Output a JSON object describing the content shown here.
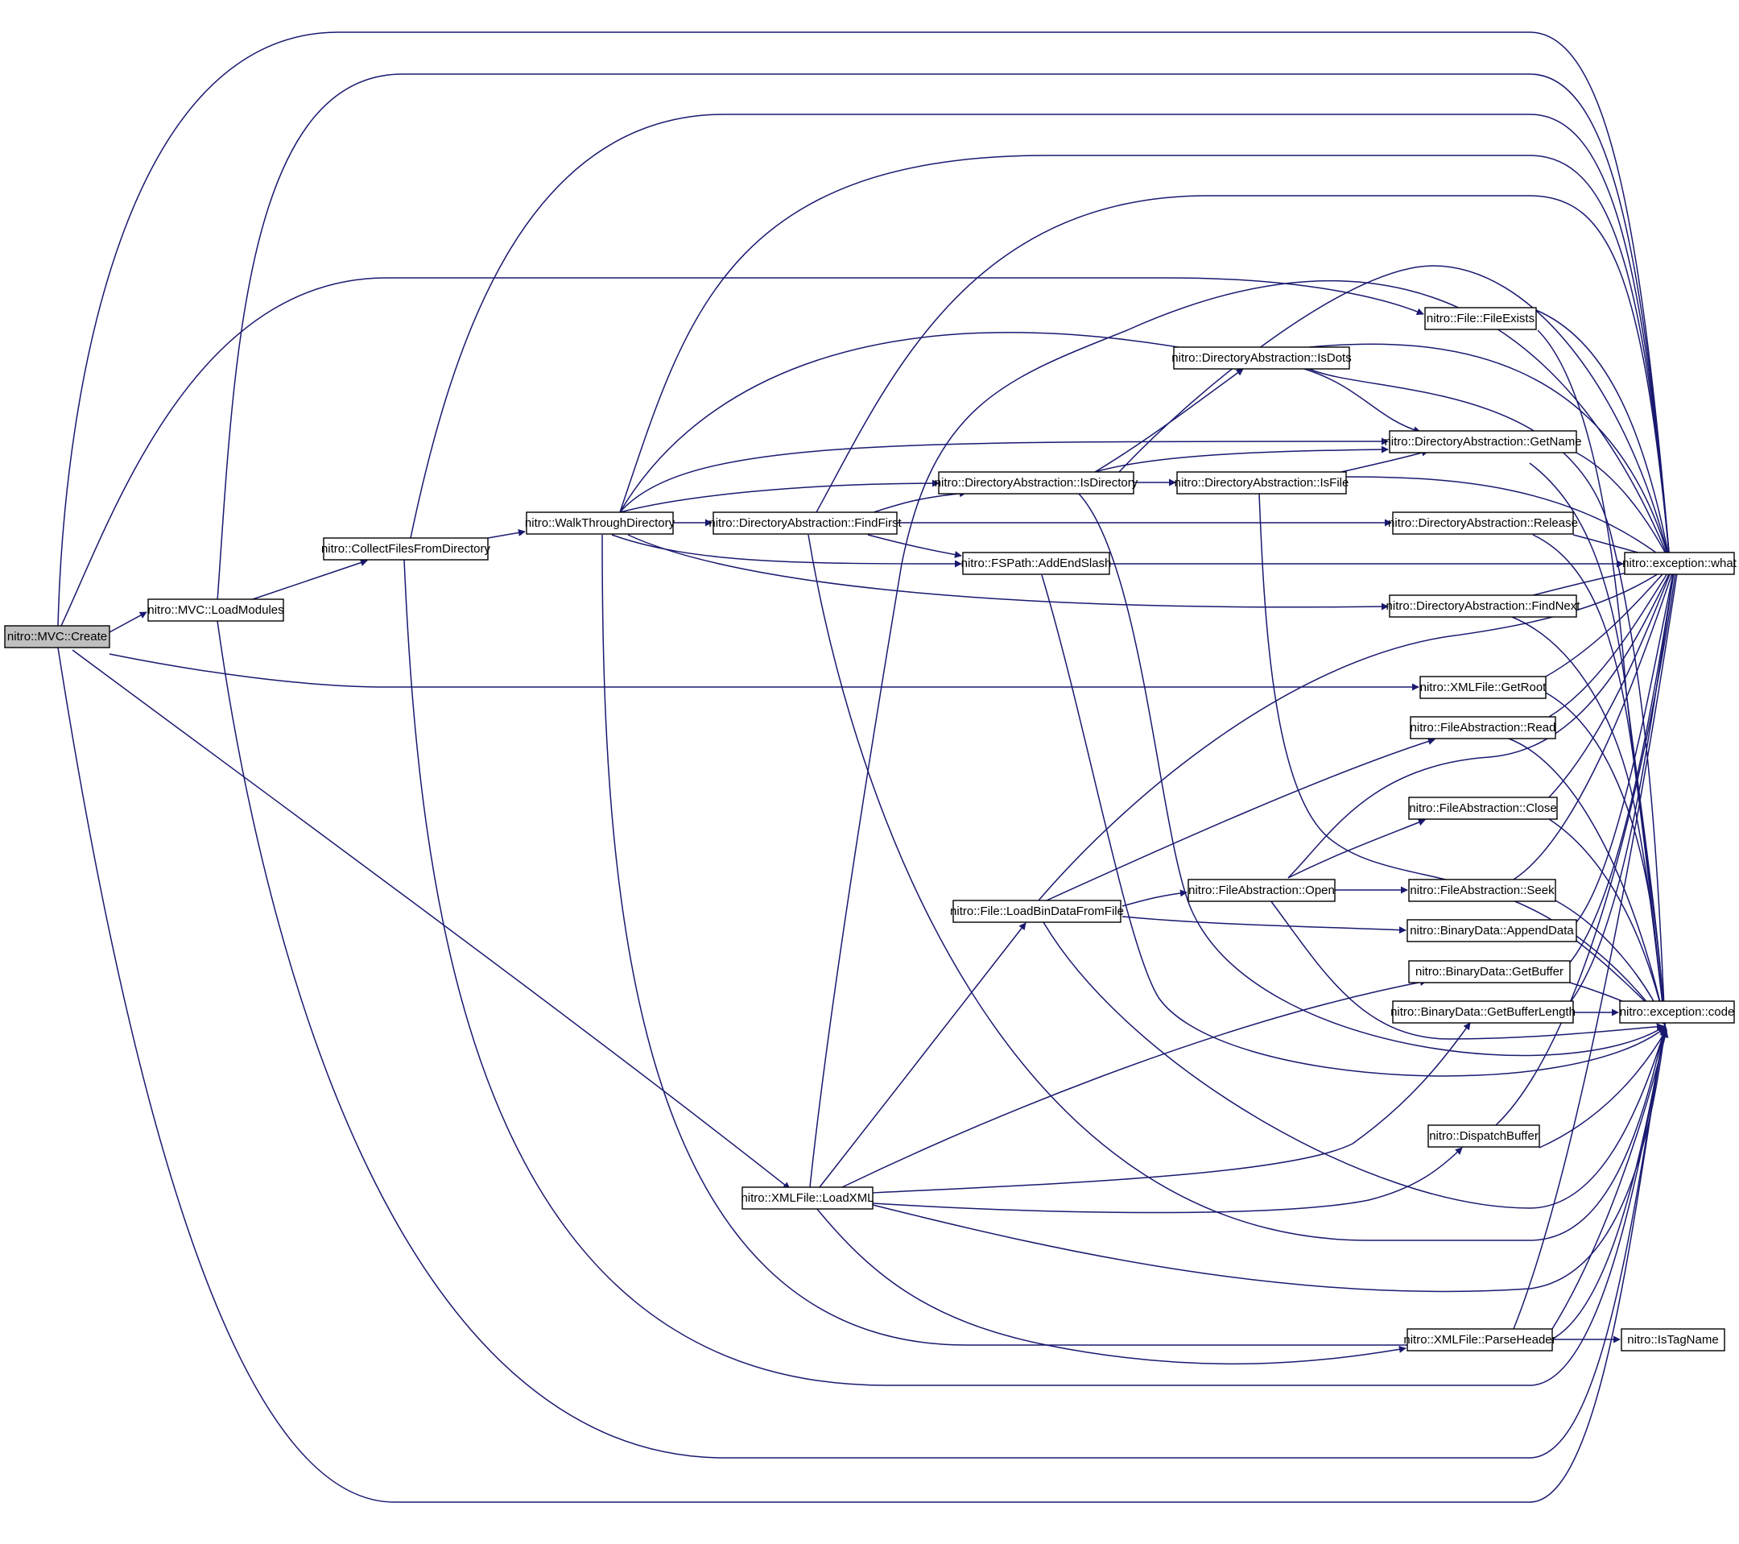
{
  "colors": {
    "edge": "#191970",
    "root_fill": "#bfbfbf",
    "node_fill": "#ffffff",
    "node_stroke": "#000000"
  },
  "nodes": {
    "create": "nitro::MVC::Create",
    "loadmodules": "nitro::MVC::LoadModules",
    "collect": "nitro::CollectFilesFromDirectory",
    "walk": "nitro::WalkThroughDirectory",
    "findfirst": "nitro::DirectoryAbstraction::FindFirst",
    "isdirectory": "nitro::DirectoryAbstraction::IsDirectory",
    "isdots": "nitro::DirectoryAbstraction::IsDots",
    "isfile": "nitro::DirectoryAbstraction::IsFile",
    "getname": "nitro::DirectoryAbstraction::GetName",
    "fileexists": "nitro::File::FileExists",
    "release": "nitro::DirectoryAbstraction::Release",
    "addendslash": "nitro::FSPath::AddEndSlash",
    "what": "nitro::exception::what",
    "findnext": "nitro::DirectoryAbstraction::FindNext",
    "getroot": "nitro::XMLFile::GetRoot",
    "read": "nitro::FileAbstraction::Read",
    "close": "nitro::FileAbstraction::Close",
    "open": "nitro::FileAbstraction::Open",
    "seek": "nitro::FileAbstraction::Seek",
    "loadbin": "nitro::File::LoadBinDataFromFile",
    "appenddata": "nitro::BinaryData::AppendData",
    "getbuffer": "nitro::BinaryData::GetBuffer",
    "getbufferlength": "nitro::BinaryData::GetBufferLength",
    "code": "nitro::exception::code",
    "dispatch": "nitro::DispatchBuffer",
    "loadxml": "nitro::XMLFile::LoadXML",
    "parseheader": "nitro::XMLFile::ParseHeader",
    "istagname": "nitro::IsTagName"
  },
  "edges": [
    [
      "create",
      "loadmodules"
    ],
    [
      "create",
      "fileexists"
    ],
    [
      "create",
      "getroot"
    ],
    [
      "create",
      "loadxml"
    ],
    [
      "create",
      "what"
    ],
    [
      "create",
      "code"
    ],
    [
      "loadmodules",
      "collect"
    ],
    [
      "loadmodules",
      "what"
    ],
    [
      "loadmodules",
      "code"
    ],
    [
      "collect",
      "walk"
    ],
    [
      "collect",
      "what"
    ],
    [
      "collect",
      "code"
    ],
    [
      "walk",
      "findfirst"
    ],
    [
      "walk",
      "isdirectory"
    ],
    [
      "walk",
      "isdots"
    ],
    [
      "walk",
      "getname"
    ],
    [
      "walk",
      "addendslash"
    ],
    [
      "walk",
      "findnext"
    ],
    [
      "walk",
      "what"
    ],
    [
      "walk",
      "code"
    ],
    [
      "findfirst",
      "isdirectory"
    ],
    [
      "findfirst",
      "addendslash"
    ],
    [
      "findfirst",
      "release"
    ],
    [
      "findfirst",
      "what"
    ],
    [
      "findfirst",
      "code"
    ],
    [
      "isdirectory",
      "isdots"
    ],
    [
      "isdirectory",
      "isfile"
    ],
    [
      "isdirectory",
      "getname"
    ],
    [
      "isdirectory",
      "what"
    ],
    [
      "isdirectory",
      "code"
    ],
    [
      "isdots",
      "getname"
    ],
    [
      "isdots",
      "what"
    ],
    [
      "isdots",
      "code"
    ],
    [
      "isfile",
      "getname"
    ],
    [
      "isfile",
      "what"
    ],
    [
      "isfile",
      "code"
    ],
    [
      "getname",
      "what"
    ],
    [
      "getname",
      "code"
    ],
    [
      "fileexists",
      "what"
    ],
    [
      "fileexists",
      "code"
    ],
    [
      "release",
      "what"
    ],
    [
      "release",
      "code"
    ],
    [
      "addendslash",
      "what"
    ],
    [
      "addendslash",
      "code"
    ],
    [
      "findnext",
      "what"
    ],
    [
      "findnext",
      "code"
    ],
    [
      "getroot",
      "what"
    ],
    [
      "getroot",
      "code"
    ],
    [
      "read",
      "what"
    ],
    [
      "read",
      "code"
    ],
    [
      "close",
      "what"
    ],
    [
      "close",
      "code"
    ],
    [
      "open",
      "close"
    ],
    [
      "open",
      "seek"
    ],
    [
      "open",
      "what"
    ],
    [
      "open",
      "code"
    ],
    [
      "seek",
      "what"
    ],
    [
      "seek",
      "code"
    ],
    [
      "loadbin",
      "open"
    ],
    [
      "loadbin",
      "read"
    ],
    [
      "loadbin",
      "appenddata"
    ],
    [
      "loadbin",
      "what"
    ],
    [
      "loadbin",
      "code"
    ],
    [
      "appenddata",
      "what"
    ],
    [
      "appenddata",
      "code"
    ],
    [
      "getbuffer",
      "what"
    ],
    [
      "getbuffer",
      "code"
    ],
    [
      "getbufferlength",
      "code"
    ],
    [
      "getbufferlength",
      "what"
    ],
    [
      "dispatch",
      "what"
    ],
    [
      "dispatch",
      "code"
    ],
    [
      "loadxml",
      "loadbin"
    ],
    [
      "loadxml",
      "getbuffer"
    ],
    [
      "loadxml",
      "getbufferlength"
    ],
    [
      "loadxml",
      "dispatch"
    ],
    [
      "loadxml",
      "parseheader"
    ],
    [
      "loadxml",
      "what"
    ],
    [
      "loadxml",
      "code"
    ],
    [
      "parseheader",
      "istagname"
    ],
    [
      "parseheader",
      "what"
    ],
    [
      "parseheader",
      "code"
    ]
  ]
}
